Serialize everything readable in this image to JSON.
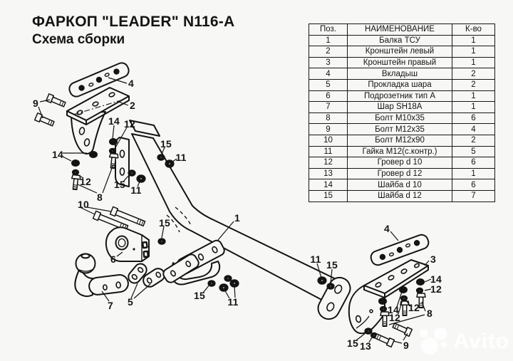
{
  "title": {
    "line1": "ФАРКОП \"LEADER\" N116-A",
    "line2": "Схема сборки"
  },
  "table": {
    "headers": {
      "pos": "Поз.",
      "name": "НАИМЕНОВАНИЕ",
      "qty": "К-во"
    },
    "rows": [
      {
        "pos": "1",
        "name": "Балка ТСУ",
        "qty": "1"
      },
      {
        "pos": "2",
        "name": "Кронштейн левый",
        "qty": "1"
      },
      {
        "pos": "3",
        "name": "Кронштейн правый",
        "qty": "1"
      },
      {
        "pos": "4",
        "name": "Вкладыш",
        "qty": "2"
      },
      {
        "pos": "5",
        "name": "Прокладка шара",
        "qty": "2"
      },
      {
        "pos": "6",
        "name": "Подрозетник тип А",
        "qty": "1"
      },
      {
        "pos": "7",
        "name": "Шар SH18A",
        "qty": "1"
      },
      {
        "pos": "8",
        "name": "Болт М10х35",
        "qty": "6"
      },
      {
        "pos": "9",
        "name": "Болт М12х35",
        "qty": "4"
      },
      {
        "pos": "10",
        "name": "Болт М12х90",
        "qty": "2"
      },
      {
        "pos": "11",
        "name": "Гайка М12(с.контр.)",
        "qty": "5"
      },
      {
        "pos": "12",
        "name": "Гровер d 10",
        "qty": "6"
      },
      {
        "pos": "13",
        "name": "Гровер d 12",
        "qty": "1"
      },
      {
        "pos": "14",
        "name": "Шайба d 10",
        "qty": "6"
      },
      {
        "pos": "15",
        "name": "Шайба d 12",
        "qty": "7"
      }
    ]
  },
  "diagram": {
    "callouts": [
      "4",
      "2",
      "9",
      "14",
      "12",
      "14",
      "12",
      "8",
      "10",
      "15",
      "11",
      "15",
      "11",
      "15",
      "6",
      "7",
      "5",
      "1",
      "15",
      "11",
      "11",
      "15",
      "4",
      "3",
      "14",
      "12",
      "14",
      "12",
      "12",
      "8",
      "15",
      "13",
      "9"
    ]
  },
  "watermark": {
    "text": "Avito"
  }
}
